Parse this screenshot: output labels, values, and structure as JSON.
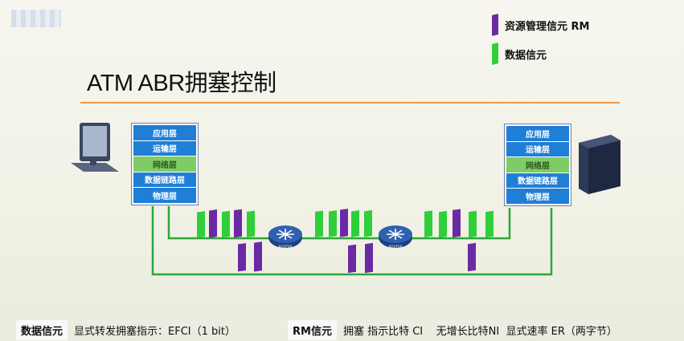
{
  "title": "ATM ABR拥塞控制",
  "legend": {
    "rm_label": "资源管理信元 RM",
    "data_label": "数据信元",
    "rm_color": "#6a2aa4",
    "data_color": "#2fcf3a"
  },
  "left_stack": {
    "layers": [
      "应用层",
      "运输层",
      "网络层",
      "数据链路层",
      "物理层"
    ]
  },
  "right_stack": {
    "layers": [
      "应用层",
      "运输层",
      "网络层",
      "数据链路层",
      "物理层"
    ]
  },
  "router_label": "ROUTER",
  "bottom": {
    "data_tag": "数据信元",
    "data_desc": "显式转发拥塞指示：EFCI（1 bit）",
    "rm_tag": "RM信元",
    "rm_desc": "拥塞 指示比特 CI    无增长比特NI  显式速率 ER（两字节）"
  },
  "colors": {
    "line": "#2ea63a",
    "accent_rule": "#e89a52",
    "layer_blue": "#1f7fd6",
    "layer_green": "#7fcc66"
  },
  "icons": [
    "desktop-computer-icon",
    "server-tower-icon",
    "router-icon"
  ]
}
